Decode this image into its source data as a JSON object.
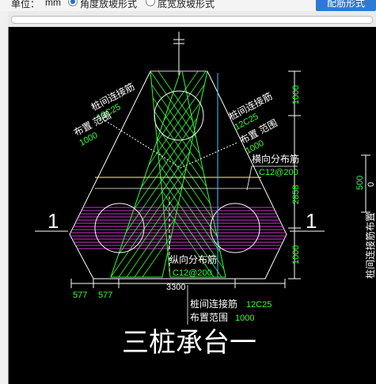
{
  "toolbar": {
    "unit_label": "单位：",
    "unit_value": "mm",
    "option_angle": "角度放坡形式",
    "option_width": "底宽放坡形式",
    "selected": "angle",
    "button_label": "配筋形式"
  },
  "drawing": {
    "title": "三桩承台一",
    "section_mark_left": "1",
    "section_mark_right": "1",
    "left_rebar": {
      "name": "桩间连接筋",
      "spec": "12C25",
      "range_label": "布置 范围",
      "range": "1000"
    },
    "right_rebar": {
      "name": "桩间连接筋",
      "spec": "12C25",
      "range_label": "布置 范围",
      "range": "1000"
    },
    "bottom_rebar": {
      "name": "桩间连接筋",
      "spec": "12C25",
      "range_label": "布置范围",
      "range": "1000"
    },
    "horizontal_dist": {
      "name": "横向分布筋",
      "spec": "C12@200"
    },
    "vertical_dist": {
      "name": "纵向分布筋",
      "spec": "C12@200"
    },
    "dims_right": [
      "1000",
      "2858",
      "1000"
    ],
    "dims_bottom": [
      "577",
      "577",
      "3300"
    ],
    "side_dim": "500",
    "side_dim2": "0",
    "side_text": "桩间连接筋布置"
  },
  "colors": {
    "bg": "#000000",
    "green": "#33ff33",
    "magenta": "#cc33cc",
    "white": "#ffffff",
    "cyan": "#33ccff",
    "accent": "#2d7ad6"
  }
}
